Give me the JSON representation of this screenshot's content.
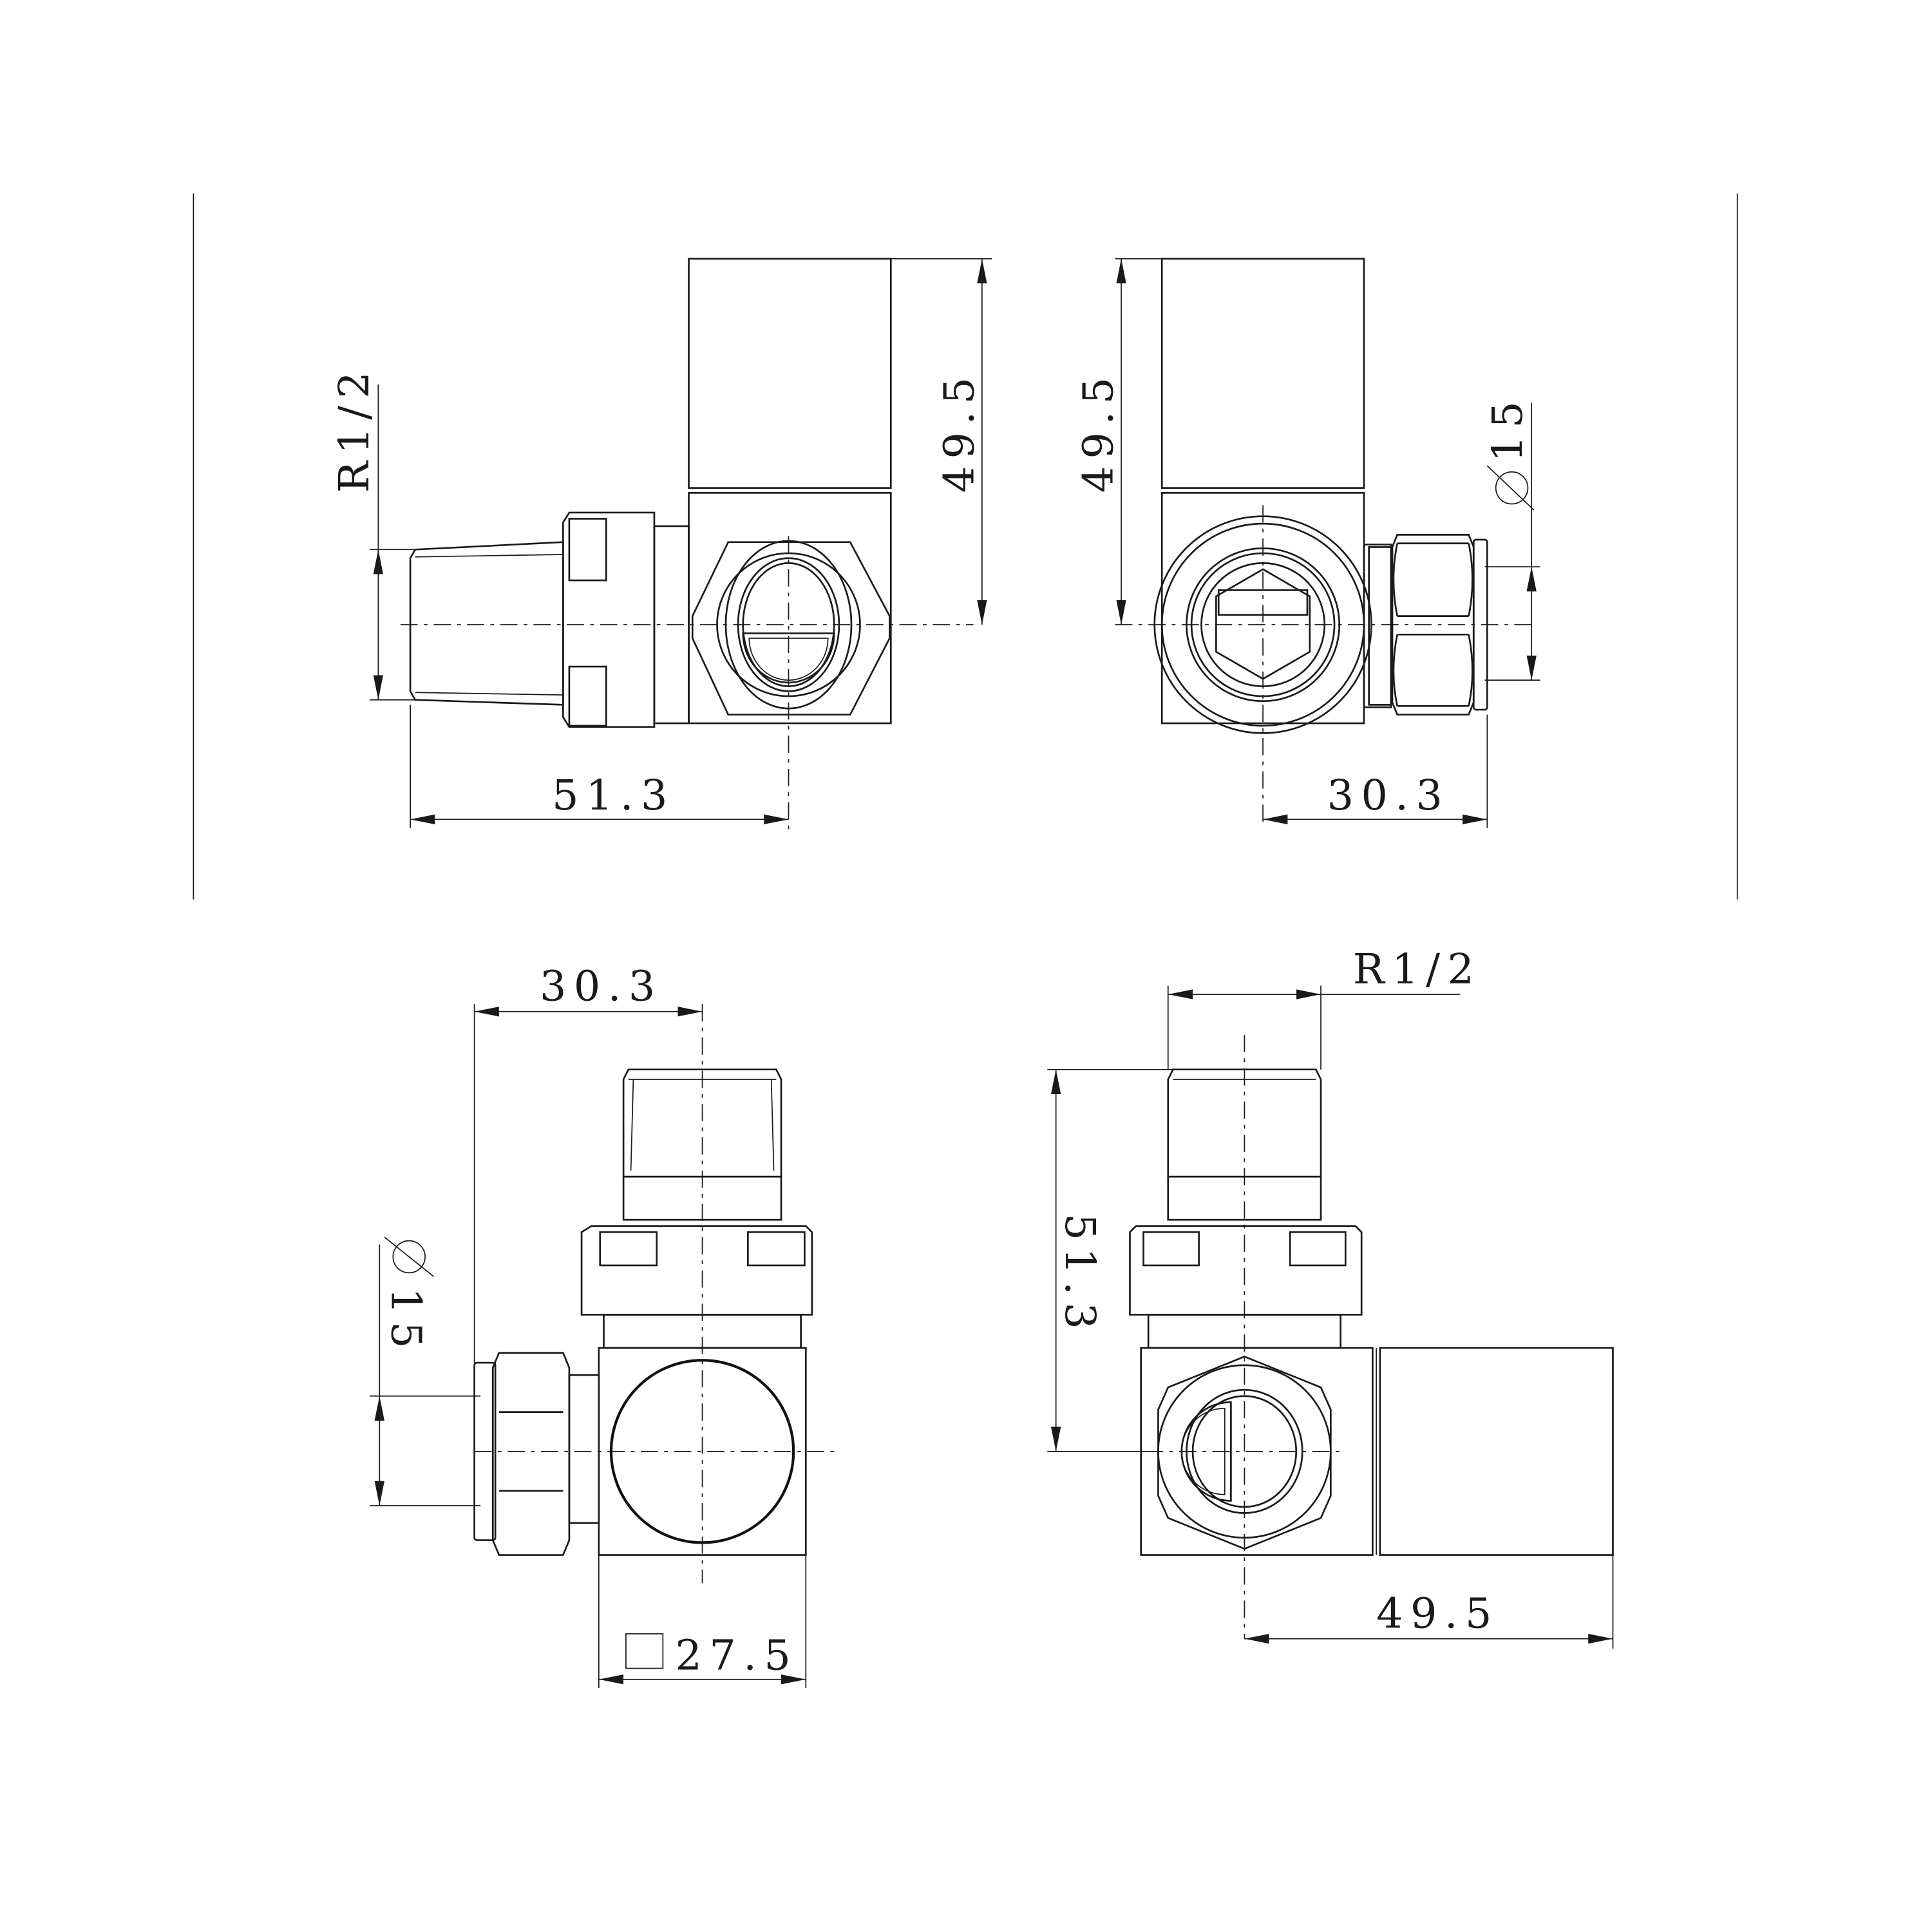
{
  "drawing": {
    "title": "Corner radiator valve technical drawing",
    "views": [
      {
        "id": "top-left",
        "dimensions": {
          "thread": "R1/2",
          "height": "49.5",
          "length": "51.3"
        }
      },
      {
        "id": "top-right",
        "dimensions": {
          "height": "49.5",
          "pipe_diameter": "Ø15",
          "length": "30.3"
        }
      },
      {
        "id": "bottom-left",
        "dimensions": {
          "length": "30.3",
          "pipe_diameter": "Ø15",
          "body_square": "27.5"
        }
      },
      {
        "id": "bottom-right",
        "dimensions": {
          "thread": "R1/2",
          "height": "51.3",
          "length": "49.5"
        }
      }
    ],
    "symbols": {
      "diameter": "Ø",
      "square": "□"
    },
    "colors": {
      "line": "#1a1a1a",
      "background": "#ffffff"
    }
  }
}
